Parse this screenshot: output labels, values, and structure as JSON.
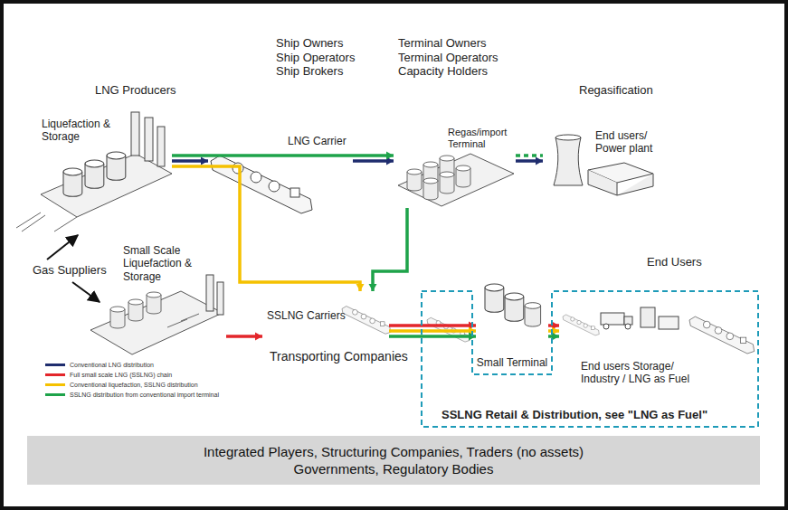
{
  "diagram": {
    "nodes": [
      {
        "text": [
          "Liquefaction & Storage"
        ]
      },
      {
        "text": [
          "LNG Carrier"
        ]
      },
      {
        "text": [
          "Regas/import Terminal"
        ]
      },
      {
        "text": [
          "End users/ Power plant"
        ]
      },
      {
        "text": [
          "Small Scale Liquefaction & Storage"
        ]
      },
      {
        "text": [
          "SSLNG Carriers"
        ]
      },
      {
        "text": [
          "Small Terminal"
        ]
      },
      {
        "text": [
          "SSLNG Retail & Distribution, see \"LNG as Fuel\""
        ]
      },
      {
        "text": [
          "End users Storage/ Industry / LNG as Fuel"
        ],
        "in": 7
      },
      {
        "text": [
          "Integrated Players, Structuring Companies, Traders (no assets)",
          "Governments, Regulatory Bodies"
        ]
      }
    ],
    "edges": [
      {
        "from": 0,
        "to": 1,
        "arrow": "to"
      },
      {
        "from": 1,
        "to": 2,
        "arrow": "to"
      },
      {
        "from": 2,
        "to": 3,
        "arrow": "to"
      },
      {
        "from": 0,
        "to": 2,
        "arrow": "to"
      },
      {
        "from": 2,
        "to": 5,
        "arrow": "to"
      },
      {
        "from": 0,
        "to": 5,
        "arrow": "to"
      },
      {
        "from": 4,
        "to": 5,
        "arrow": "to"
      },
      {
        "from": 5,
        "to": 6,
        "arrow": "to"
      },
      {
        "from": 6,
        "to": 8,
        "arrow": "to"
      },
      {
        "from": 2,
        "to": 3,
        "arrow": "none"
      }
    ],
    "labels": [
      "LNG Producers",
      "Ship Owners Ship Operators Ship Brokers",
      "Terminal Owners Terminal Operators Capacity Holders",
      "Regasification",
      "Gas Suppliers",
      "End Users",
      "Transporting Companies"
    ],
    "legend": [
      {
        "text": "Conventional LNG distribution",
        "color": "#1f2d6e"
      },
      {
        "text": "Full small scale LNG (SSLNG) chain",
        "color": "#e3262b"
      },
      {
        "text": "Conventional liquefaction, SSLNG distribution",
        "color": "#f5c100"
      },
      {
        "text": "SSLNG distribution from conventional import terminal",
        "color": "#1ea34a"
      }
    ]
  }
}
